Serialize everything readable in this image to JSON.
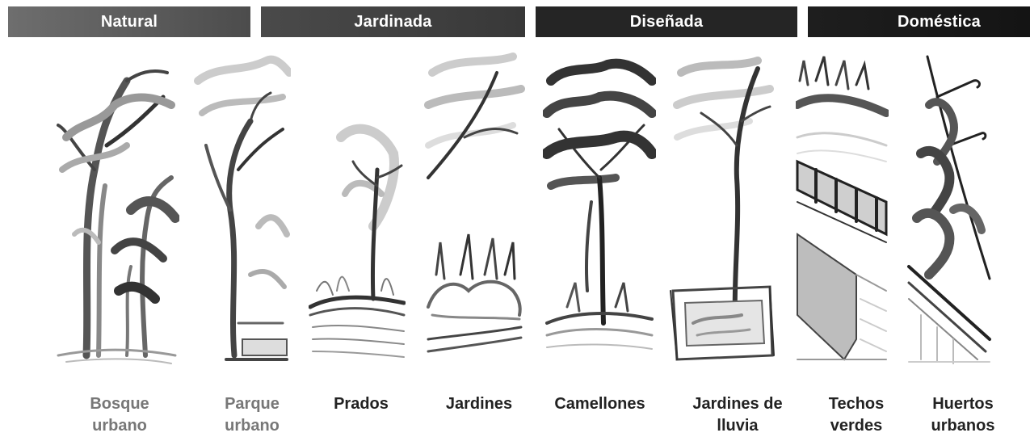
{
  "categories": [
    {
      "label": "Natural"
    },
    {
      "label": "Jardinada"
    },
    {
      "label": "Diseñada"
    },
    {
      "label": "Doméstica"
    }
  ],
  "items": [
    {
      "label": "Bosque\nurbano",
      "illustration": "urban-forest-sketch"
    },
    {
      "label": "Parque\nurbano",
      "illustration": "urban-park-sketch"
    },
    {
      "label": "Prados",
      "illustration": "meadow-sketch"
    },
    {
      "label": "Jardines",
      "illustration": "garden-sketch"
    },
    {
      "label": "Camellones",
      "illustration": "median-strip-sketch"
    },
    {
      "label": "Jardines de\nlluvia",
      "illustration": "rain-garden-sketch"
    },
    {
      "label": "Techos\nverdes",
      "illustration": "green-roof-sketch"
    },
    {
      "label": "Huertos\nurbanos",
      "illustration": "urban-orchard-sketch"
    }
  ],
  "colors": {
    "natural_band": "#5a5a5a",
    "jardinada_band": "#404040",
    "disenada_band": "#252525",
    "domestica_band": "#191919",
    "label_gray": "#777777",
    "label_dark": "#222222"
  }
}
